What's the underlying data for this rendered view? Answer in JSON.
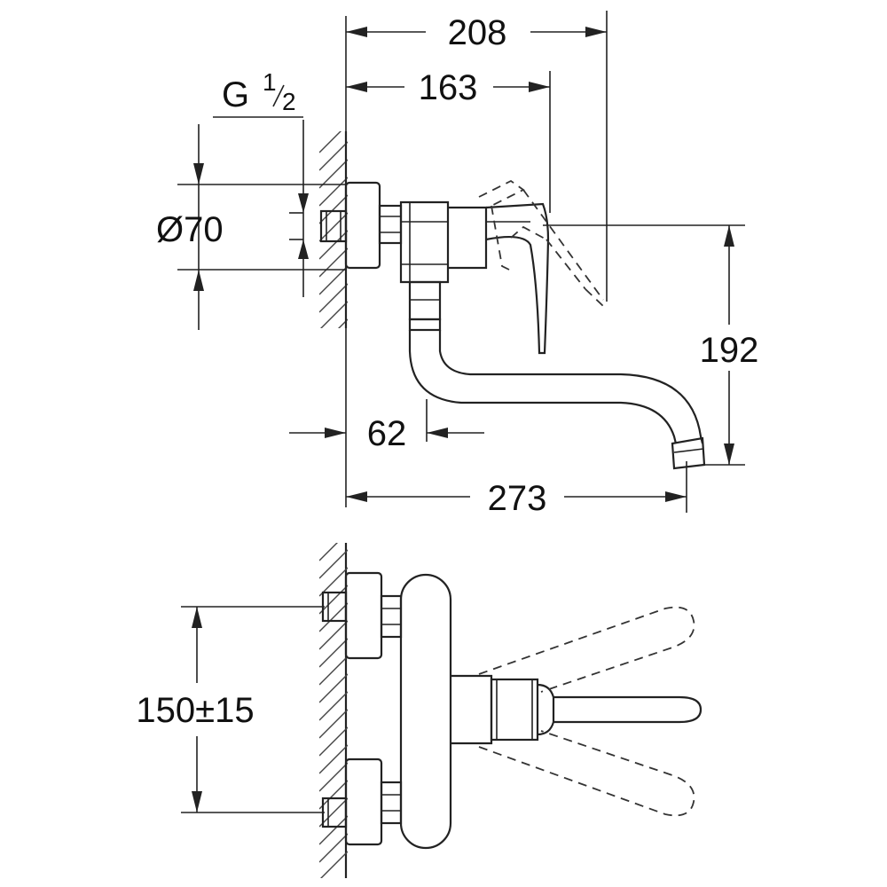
{
  "dimensions": {
    "overall_width_upper": "208",
    "handle_depth": "163",
    "thread_main": "G",
    "thread_num": "1",
    "thread_den": "2",
    "rosette_diameter": "Ø70",
    "spout_height": "192",
    "wall_to_spout_inlet": "62",
    "spout_reach": "273",
    "centre_distance": "150±15"
  }
}
